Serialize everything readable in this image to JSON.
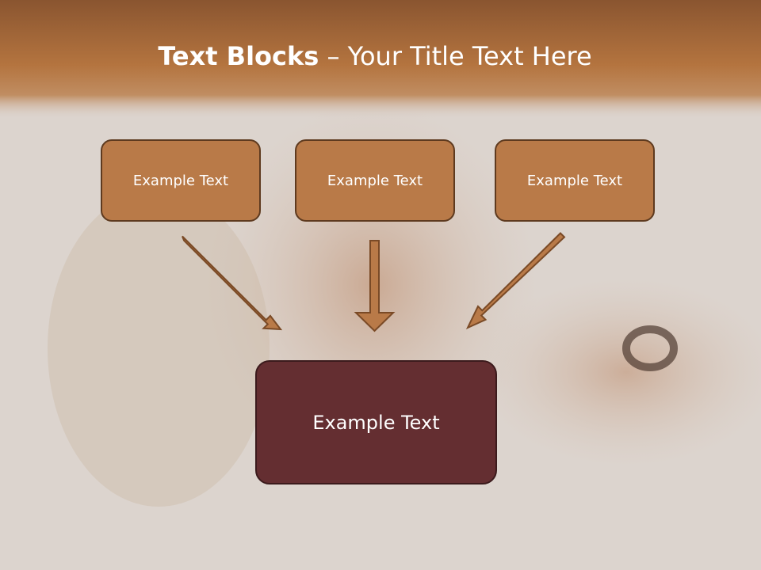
{
  "title": {
    "bold_part": "Text Blocks",
    "dash": " – ",
    "rest": "Your Title Text Here"
  },
  "boxes": {
    "top": [
      "Example Text",
      "Example Text",
      "Example Text"
    ],
    "result": "Example Text"
  },
  "colors": {
    "header_band": "#b97a48",
    "box_fill": "#b97a48",
    "box_border": "#5e3a1f",
    "result_fill": "#642e31",
    "arrow_fill": "#b97a48",
    "arrow_stroke": "#7a4a26",
    "text": "#ffffff"
  }
}
